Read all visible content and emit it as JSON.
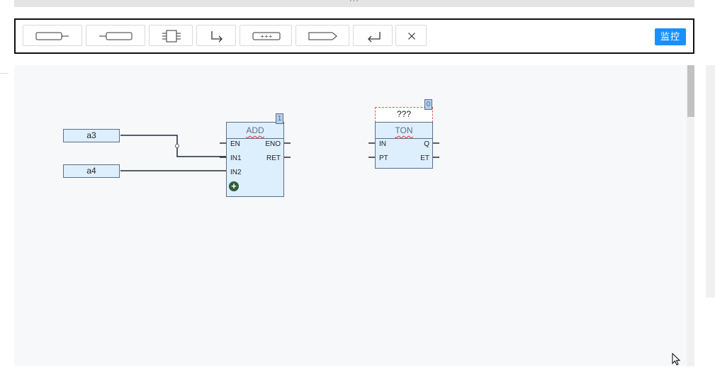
{
  "splitter": {
    "grip": "···"
  },
  "toolbar": {
    "buttons": [
      {
        "name": "contact-button",
        "icon": "contact-left-icon"
      },
      {
        "name": "coil-button",
        "icon": "coil-right-icon"
      },
      {
        "name": "function-block-button",
        "icon": "chip-icon"
      },
      {
        "name": "branch-button",
        "icon": "branch-arrow-icon"
      },
      {
        "name": "parallel-button",
        "icon": "parallel-icon"
      },
      {
        "name": "jump-button",
        "icon": "jump-arrow-icon"
      },
      {
        "name": "return-button",
        "icon": "return-arrow-icon"
      },
      {
        "name": "delete-button",
        "icon": "close-icon"
      }
    ],
    "monitor_label": "监控"
  },
  "diagram": {
    "variables": [
      "a3",
      "a4"
    ],
    "add_block": {
      "name": "ADD",
      "exec_order": "1",
      "inputs": [
        "EN",
        "IN1",
        "IN2"
      ],
      "outputs": [
        "ENO",
        "RET"
      ]
    },
    "ton_block": {
      "instance": "???",
      "name": "TON",
      "exec_order": "0",
      "inputs": [
        "IN",
        "PT"
      ],
      "outputs": [
        "Q",
        "ET"
      ]
    }
  },
  "colors": {
    "accent": "#1890ff",
    "block_fill": "#ddeefc",
    "block_border": "#5a6e8a",
    "error": "#e05a5a"
  }
}
